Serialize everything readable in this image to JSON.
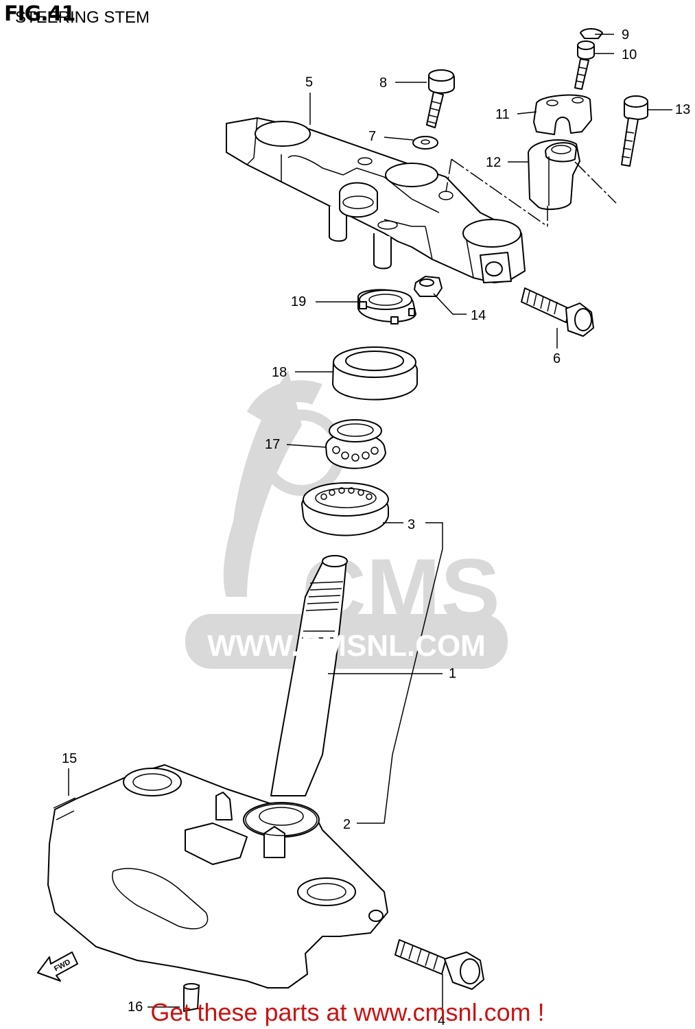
{
  "header": {
    "figure_label": "FIG.41",
    "section_title": "STEERING STEM"
  },
  "watermark": {
    "logo_text": "CMS",
    "url_text": "WWW.CMSNL.COM"
  },
  "footer": {
    "promo_text": "Get these parts at www.cmsnl.com !",
    "color": "#cc1111"
  },
  "callouts": [
    {
      "id": "c9",
      "number": "9"
    },
    {
      "id": "c10",
      "number": "10"
    },
    {
      "id": "c13",
      "number": "13"
    },
    {
      "id": "c5",
      "number": "5"
    },
    {
      "id": "c8",
      "number": "8"
    },
    {
      "id": "c11",
      "number": "11"
    },
    {
      "id": "c7",
      "number": "7"
    },
    {
      "id": "c12",
      "number": "12"
    },
    {
      "id": "c19",
      "number": "19"
    },
    {
      "id": "c14",
      "number": "14"
    },
    {
      "id": "c6",
      "number": "6"
    },
    {
      "id": "c18",
      "number": "18"
    },
    {
      "id": "c17",
      "number": "17"
    },
    {
      "id": "c3",
      "number": "3"
    },
    {
      "id": "c1",
      "number": "1"
    },
    {
      "id": "c15",
      "number": "15"
    },
    {
      "id": "c2",
      "number": "2"
    },
    {
      "id": "c16",
      "number": "16"
    },
    {
      "id": "c4",
      "number": "4"
    }
  ],
  "fwd_arrow": {
    "label": "FWD"
  }
}
